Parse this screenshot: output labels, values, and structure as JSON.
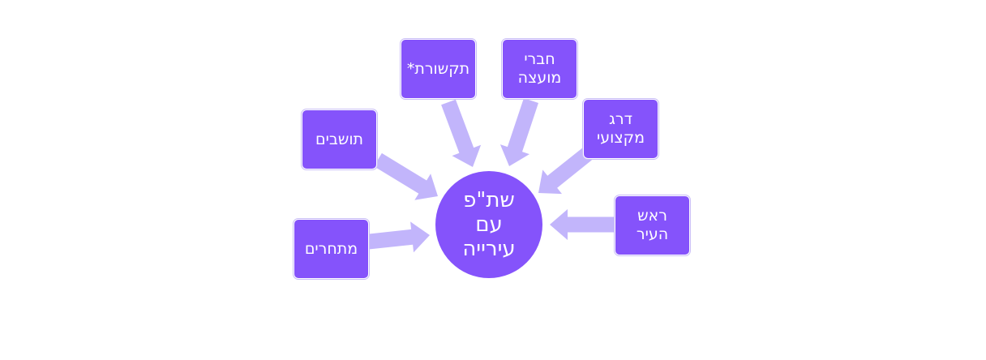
{
  "colors": {
    "node_fill": "#8553fb",
    "arrow_fill": "#c2b5fb",
    "text": "#ffffff"
  },
  "center": {
    "lines": [
      "שת\"פ",
      "עם",
      "עירייה"
    ]
  },
  "nodes": {
    "media": {
      "lines": [
        "תקשורת*"
      ]
    },
    "council": {
      "lines": [
        "חברי",
        "מועצה"
      ]
    },
    "professional": {
      "lines": [
        "דרג",
        "מקצועי"
      ]
    },
    "mayor": {
      "lines": [
        "ראש",
        "העיר"
      ]
    },
    "residents": {
      "lines": [
        "תושבים"
      ]
    },
    "competitors": {
      "lines": [
        "מתחרים"
      ]
    }
  }
}
